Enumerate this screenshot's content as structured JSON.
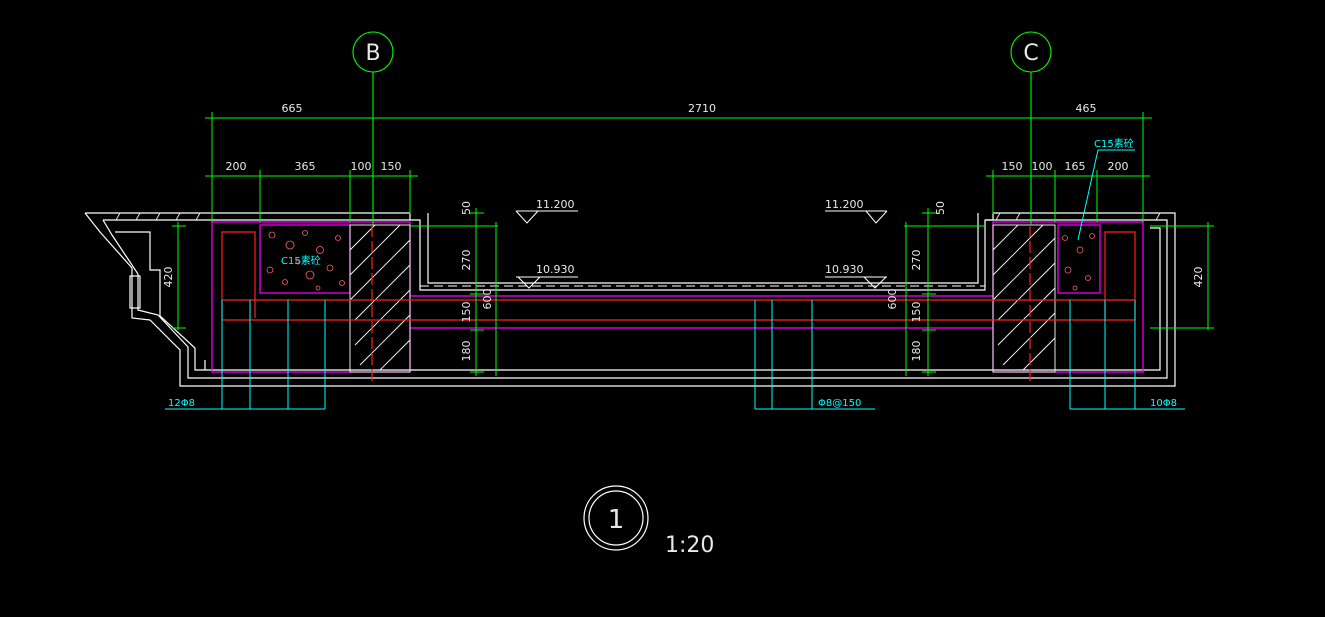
{
  "axes": {
    "left": "B",
    "right": "C"
  },
  "dimensions": {
    "top": [
      "665",
      "2710",
      "465"
    ],
    "left_sub": [
      "200",
      "365",
      "100",
      "150"
    ],
    "right_sub": [
      "150",
      "100",
      "165",
      "200"
    ],
    "left_vertical": [
      "50",
      "270",
      "150",
      "180"
    ],
    "right_vertical": [
      "50",
      "270",
      "150",
      "180"
    ],
    "total_left": "600",
    "total_right": "600",
    "side_left": "420",
    "side_right": "420"
  },
  "elevations": {
    "top_left": "11.200",
    "top_right": "11.200",
    "slab_left": "10.930",
    "slab_right": "10.930"
  },
  "materials": {
    "left": "C15素砼",
    "right": "C15素砼"
  },
  "rebar": {
    "left": "12Φ8",
    "middle": "Φ8@150",
    "right": "10Φ8"
  },
  "detail": {
    "number": "1",
    "scale": "1:20"
  },
  "colors": {
    "bg": "#000000",
    "outline": "#ffffff",
    "dimension": "#00ff00",
    "rebar": "#ff2020",
    "label": "#00ffff",
    "member": "#ff00ff"
  }
}
